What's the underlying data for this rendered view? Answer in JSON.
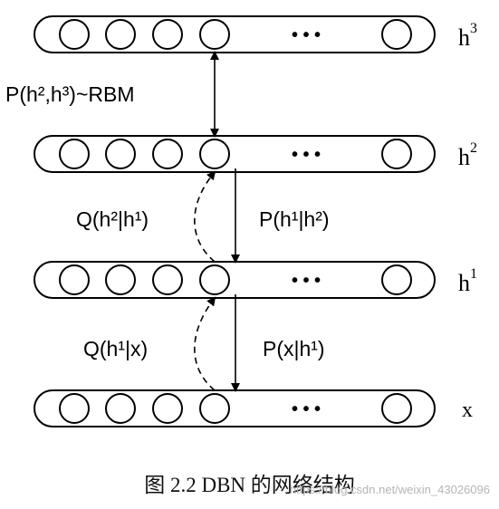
{
  "diagram": {
    "layers": [
      {
        "id": "h3",
        "label_base": "h",
        "label_sup": "3"
      },
      {
        "id": "h2",
        "label_base": "h",
        "label_sup": "2"
      },
      {
        "id": "h1",
        "label_base": "h",
        "label_sup": "1"
      },
      {
        "id": "x",
        "label_base": "x",
        "label_sup": ""
      }
    ],
    "ellipsis": "• • •",
    "edges": {
      "rbm": {
        "text": "P(h²,h³)~RBM"
      },
      "q_h2_h1": {
        "text": "Q(h²|h¹)"
      },
      "p_h1_h2": {
        "text": "P(h¹|h²)"
      },
      "q_h1_x": {
        "text": "Q(h¹|x)"
      },
      "p_x_h1": {
        "text": "P(x|h¹)"
      }
    }
  },
  "caption": "图 2.2 DBN 的网络结构",
  "watermark": "https://blog.csdn.net/weixin_43026096"
}
